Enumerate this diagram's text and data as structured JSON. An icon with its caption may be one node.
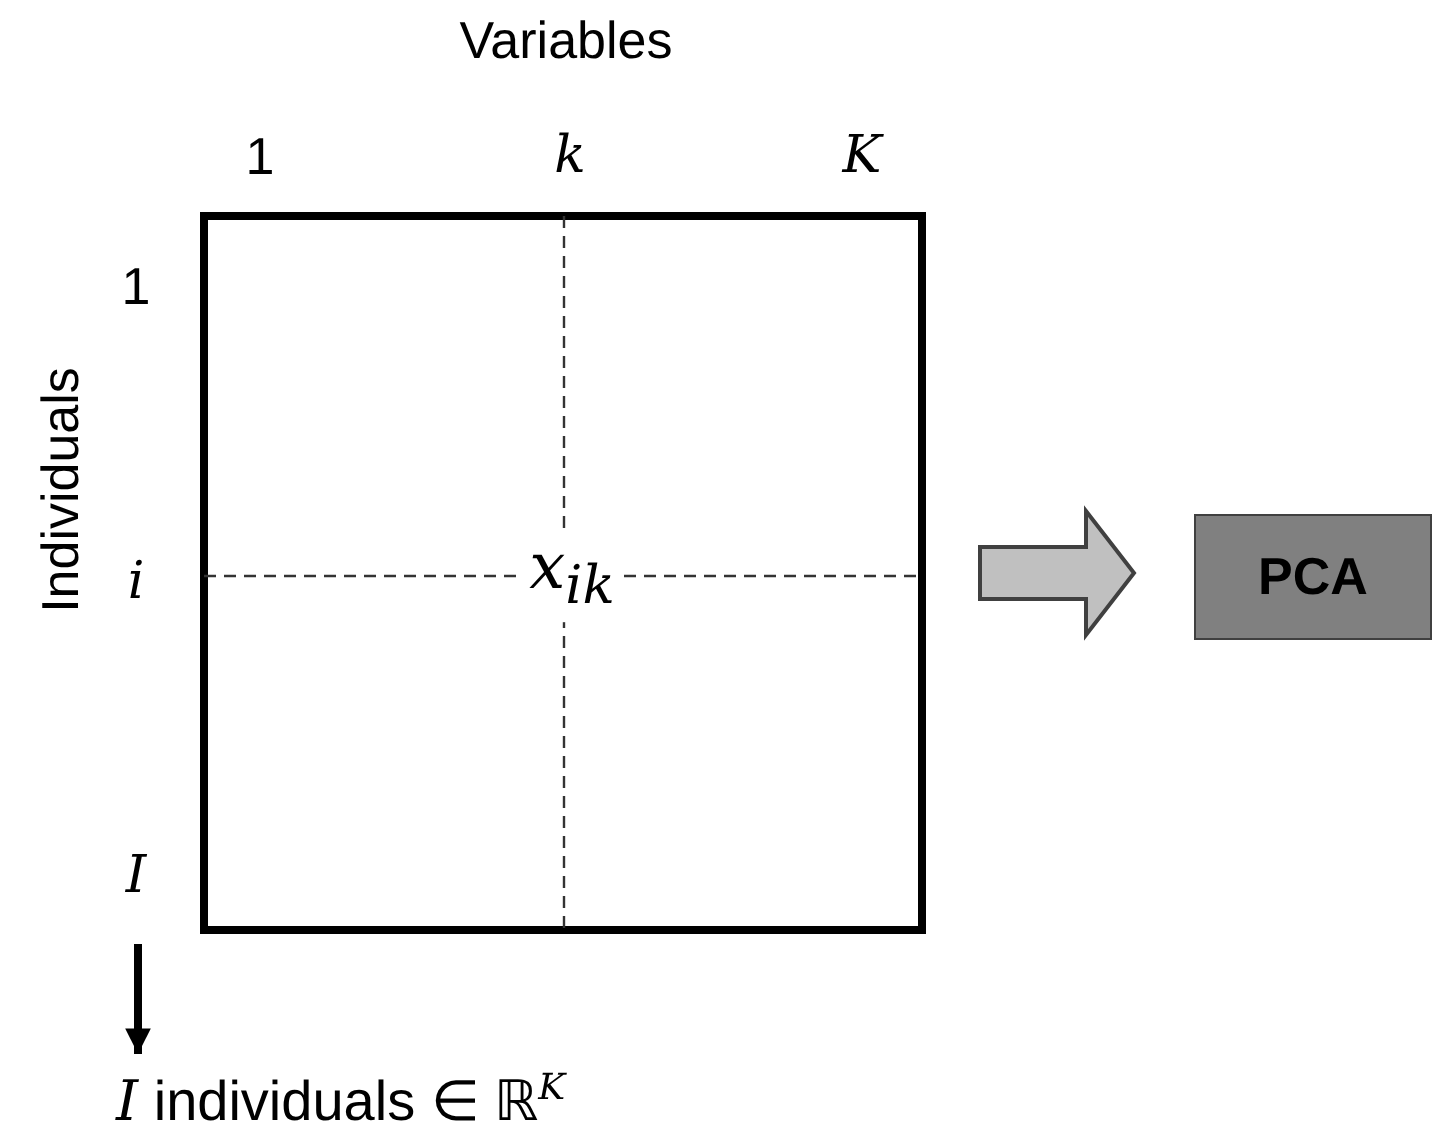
{
  "diagram": {
    "nodes": [
      {
        "text": [
          "x$_{ik}$"
        ]
      },
      {
        "text": [
          "PCA"
        ]
      },
      {
        "text": [
          "*I* individuals ∈ ℝ$^{K}$"
        ]
      }
    ],
    "edges": [
      {
        "from": 0,
        "to": 1,
        "arrow": "to",
        "style": "thick",
        "color": "#c0c0c0"
      },
      {
        "from": null,
        "to": 2,
        "arrow": "to"
      }
    ],
    "labels": [
      "Variables",
      "1",
      "k",
      "K",
      "Individuals",
      "1",
      "i",
      "I"
    ]
  }
}
